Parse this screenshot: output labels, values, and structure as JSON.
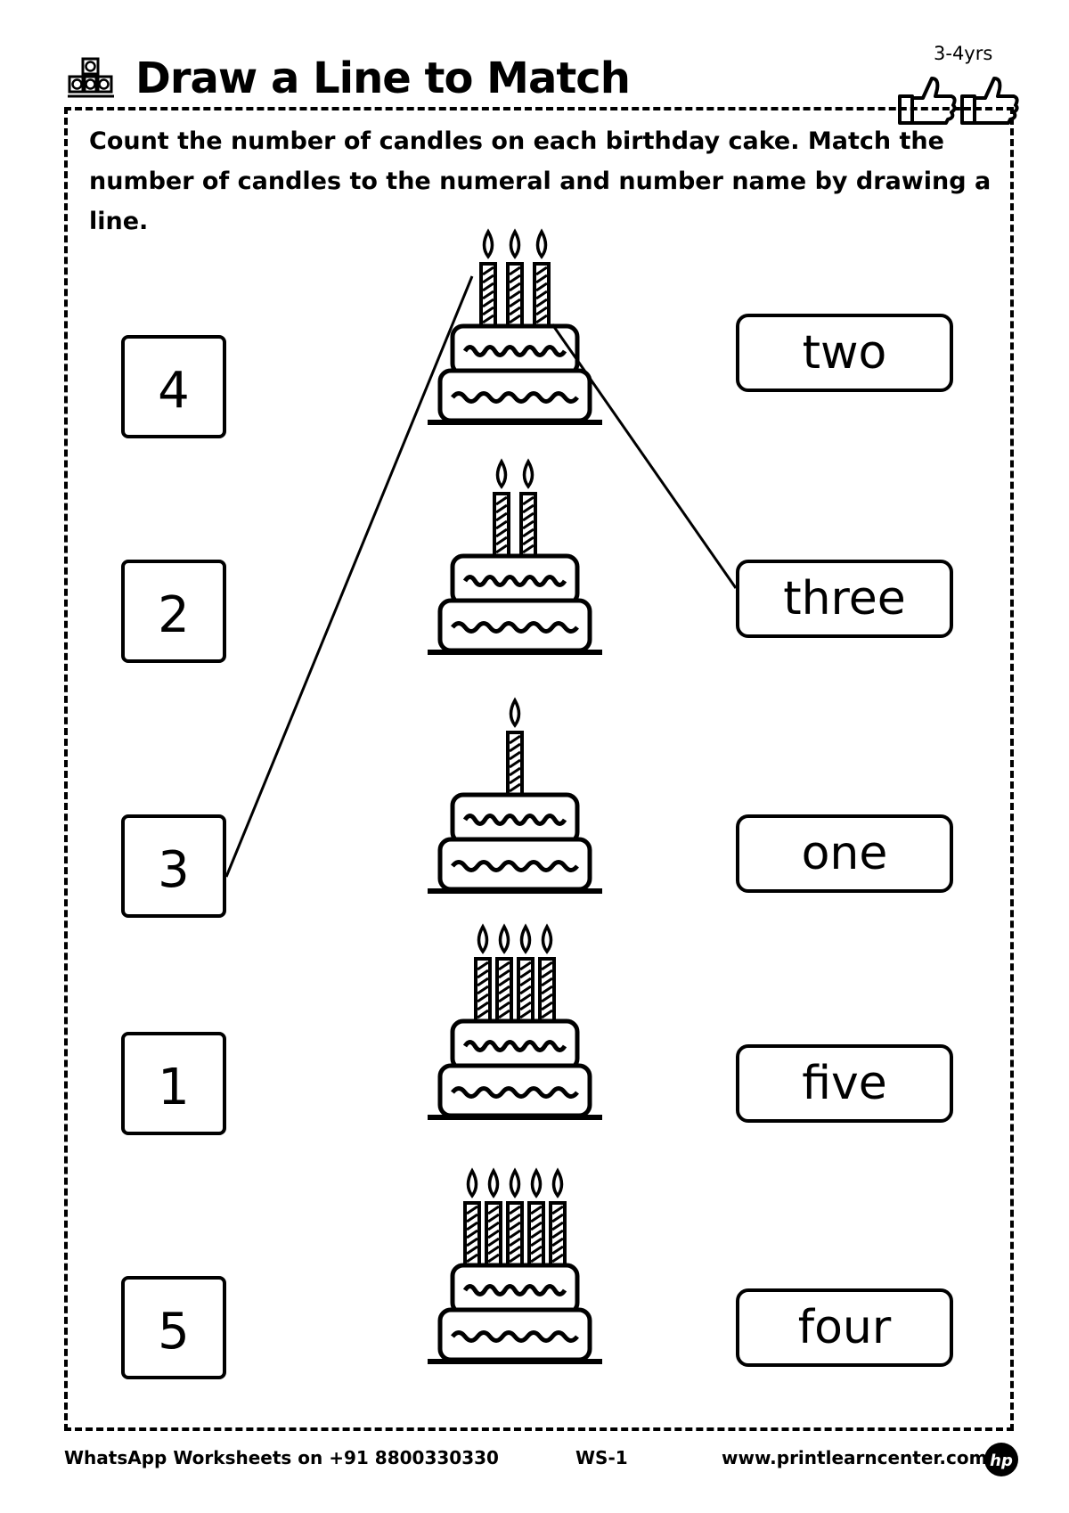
{
  "header": {
    "title": "Draw a Line to Match",
    "age": "3-4yrs",
    "blocks_icon": "stacked-blocks-icon",
    "thumbs_icon": "thumbs-up-icon"
  },
  "instructions": "Count the number of candles on each birthday cake. Match the number of candles to the numeral and number name by drawing a line.",
  "numerals": [
    "4",
    "2",
    "3",
    "1",
    "5"
  ],
  "cakes": [
    {
      "candles": 3
    },
    {
      "candles": 2
    },
    {
      "candles": 1
    },
    {
      "candles": 4
    },
    {
      "candles": 5
    }
  ],
  "number_names": [
    "two",
    "three",
    "one",
    "five",
    "four"
  ],
  "drawn_matches": [
    {
      "cake": 1,
      "numeral": "3",
      "word": "three"
    }
  ],
  "footer": {
    "whatsapp": "WhatsApp Worksheets on +91 8800330330",
    "code": "WS-1",
    "website": "www.printlearncenter.com",
    "logo": "hp-logo-icon"
  }
}
